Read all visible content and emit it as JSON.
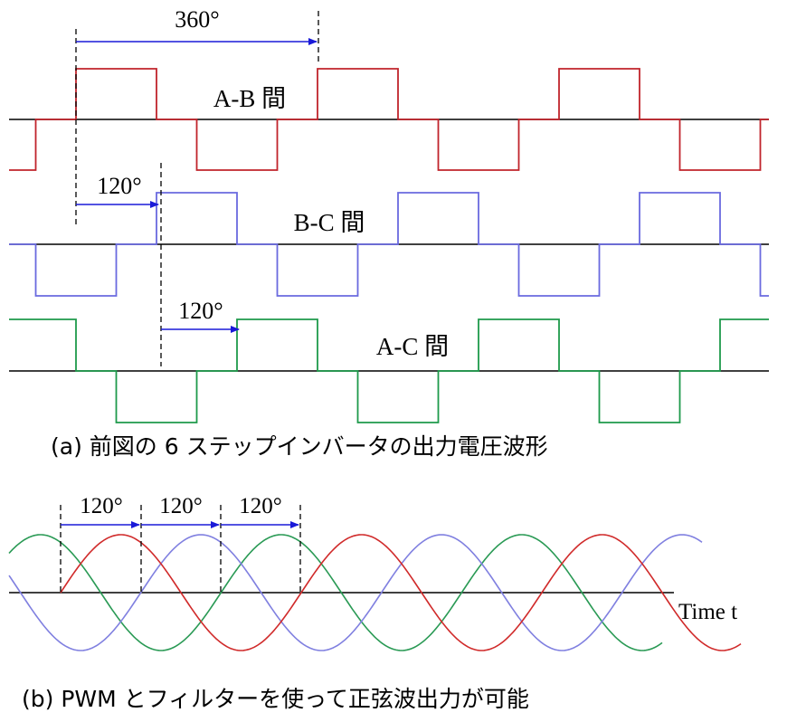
{
  "panel_a": {
    "caption": "(a) 前図の 6 ステップインバータの出力電圧波形",
    "angle_360": "360°",
    "angle_120_bc": "120°",
    "angle_120_ac": "120°",
    "waveforms": [
      {
        "label": "A-B 間",
        "color": "#c0242b"
      },
      {
        "label": "B-C 間",
        "color": "#6a6adf"
      },
      {
        "label": "A-C 間",
        "color": "#1e9a4b"
      }
    ]
  },
  "panel_b": {
    "caption": "(b) PWM とフィルターを使って正弦波出力が可能",
    "angle_labels": [
      "120°",
      "120°",
      "120°"
    ],
    "axis_label": "Time t",
    "colors": {
      "red": "#d02a2a",
      "blue": "#8080e0",
      "green": "#2a9a55"
    }
  }
}
